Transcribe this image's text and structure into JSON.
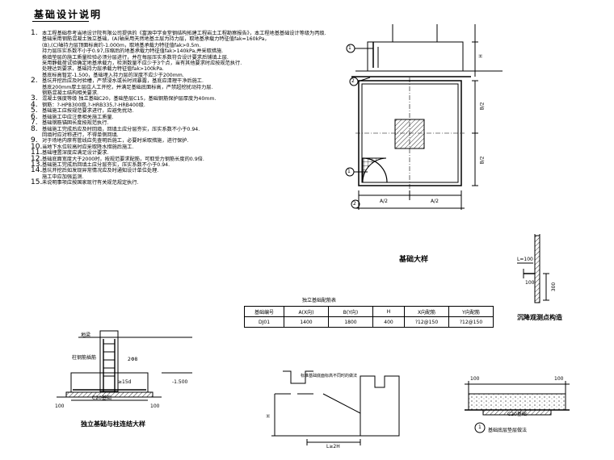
{
  "header": {
    "title": "基础设计说明"
  },
  "notes": [
    {
      "n": "1.",
      "text": "本工程基础参考当地设计院有限公司提供的《富源中学食堂钢结构拓建工程岩土工程勘察报告》，本工程地基基础设计等级为丙级."
    },
    {
      "n": "",
      "text": "基础采用钢筋混凝土独立基础，(A)轴采用天然地基土层为持力层，取地基承载力特征值fak=160kPa，"
    },
    {
      "n": "",
      "text": "(B),(C)轴持力层顶面标高约-1.000m，取地基承载力特征值fak>0.5m."
    },
    {
      "n": "",
      "text": "持力层压实系数不小于0.97,压缩后的地基承载力特征值fak>140kPa,并采取措施."
    },
    {
      "n": "",
      "text": "换填垫层的施工质量检验必须分层进行，并在每层压实系数符合设计要求后铺填上层."
    },
    {
      "n": "",
      "text": "采用静载荷试验确定地基承载力，检测数量不应少于3个点，当有其他要求时应按规范执行."
    },
    {
      "n": "",
      "text": "处理达到要求，基础持力层承载力特征值fak>100kPa."
    },
    {
      "n": "",
      "text": "基底标高暂定-1.500，基础埋入持力层的深度不应少于200mm."
    },
    {
      "n": "2.",
      "text": "基坑开挖后应及时验槽，严禁浸水或长时间暴露，基底应清理干净后施工."
    },
    {
      "n": "",
      "text": "基底200mm厚土层应人工开挖，并满足基础底面标高，严禁超挖扰动持力层."
    },
    {
      "n": "",
      "text": "钢筋混凝土结构相关要求."
    },
    {
      "n": "3.",
      "text": "混凝土强度等级  独立基础C20，基础垫层C15，基础钢筋保护层厚度为40mm."
    },
    {
      "n": "4.",
      "text": "钢筋：?-HPB300级,?-HRB335,?-HRB400级."
    },
    {
      "n": "5.",
      "text": "基础施工应按规范要求进行，应避免扰动."
    },
    {
      "n": "6.",
      "text": "基础施工中应注意相关施工质量."
    },
    {
      "n": "7.",
      "text": "基础钢筋锚固长度按规范执行."
    },
    {
      "n": "8.",
      "text": "基础施工完成后应及时回填，回填土应分层夯实，压实系数不小于0.94."
    },
    {
      "n": "",
      "text": "回填时应对称进行，不得单侧回填."
    },
    {
      "n": "9.",
      "text": "对于场地内原有管线应先查明后施工，必要时采取措施，进行保护."
    },
    {
      "n": "10.",
      "text": "当地下水位较高时应采取降水措施后施工."
    },
    {
      "n": "11.",
      "text": "基础埋置深度应满足设计要求."
    },
    {
      "n": "12.",
      "text": "基础底面宽度大于2000时，按规范要求配筋，可取受力钢筋长度的0.9倍."
    },
    {
      "n": "13.",
      "text": "基础施工完成后回填土应分层夯实，压实系数不小于0.94."
    },
    {
      "n": "14.",
      "text": "基坑开挖后如发现异常情况应及时通知设计单位处理."
    },
    {
      "n": "",
      "text": "施工中应加强监测."
    },
    {
      "n": "15.",
      "text": "未说明事项应按国家现行有关规范规定执行."
    }
  ],
  "plan": {
    "caption": "基础大样",
    "dim_a2": "A/2",
    "dim_b2": "B/2",
    "h": "H",
    "markers": [
      "1",
      "2"
    ]
  },
  "settlement": {
    "caption": "沉降观测点构造",
    "l1": "L=100",
    "l2": "100",
    "l3": "300"
  },
  "table": {
    "title": "独立基础配筋表",
    "headers": [
      "基础编号",
      "A(X向)",
      "B(Y向)",
      "H",
      "X向配筋",
      "Y向配筋"
    ],
    "row": [
      "DJ01",
      "1400",
      "1800",
      "400",
      "?12@150",
      "?12@150"
    ]
  },
  "detail_left": {
    "caption": "独立基础与柱连结大样",
    "l_top": "地梁",
    "l_col": "柱钢筋插筋",
    "l_2": "2Φ8",
    "l_3": "≥15d",
    "l_4": "-1.500",
    "l_c20": "C20基础",
    "l_100a": "100",
    "l_100b": "100"
  },
  "detail_mid": {
    "note": "标准基础底面标高不同时的做法",
    "l": "L≥2H",
    "h": "H"
  },
  "detail_right": {
    "marker": "1",
    "caption": "基础底层垫层做法",
    "c20": "C20基础",
    "d100a": "100",
    "d100b": "100"
  }
}
